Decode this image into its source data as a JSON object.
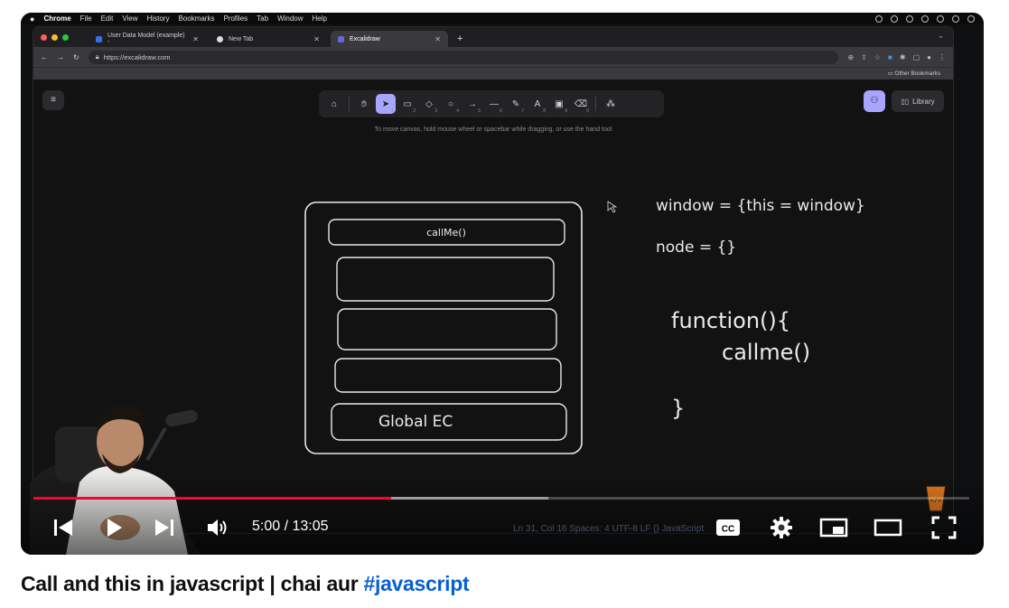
{
  "menubar": {
    "app": "Chrome",
    "items": [
      "File",
      "Edit",
      "View",
      "History",
      "Bookmarks",
      "Profiles",
      "Tab",
      "Window",
      "Help"
    ]
  },
  "browser": {
    "tabs": [
      {
        "label": "User Data Model (example) -",
        "active": false
      },
      {
        "label": "New Tab",
        "active": false
      },
      {
        "label": "Excalidraw",
        "active": true
      }
    ],
    "url": "https://excalidraw.com",
    "bookmarks_label": "Other Bookmarks"
  },
  "excalidraw": {
    "toolbar": [
      {
        "icon": "lock-icon",
        "key": ""
      },
      {
        "icon": "hand-icon",
        "key": ""
      },
      {
        "icon": "pointer-icon",
        "key": "1",
        "active": true
      },
      {
        "icon": "rectangle-icon",
        "key": "2"
      },
      {
        "icon": "diamond-icon",
        "key": "3"
      },
      {
        "icon": "ellipse-icon",
        "key": "4"
      },
      {
        "icon": "arrow-icon",
        "key": "5"
      },
      {
        "icon": "line-icon",
        "key": "6"
      },
      {
        "icon": "pencil-icon",
        "key": "7"
      },
      {
        "icon": "text-icon",
        "key": "8"
      },
      {
        "icon": "image-icon",
        "key": "9"
      },
      {
        "icon": "eraser-icon",
        "key": "0"
      },
      {
        "icon": "extra-tools-icon",
        "key": ""
      }
    ],
    "hint": "To move canvas, hold mouse wheel or spacebar while dragging, or use the hand tool",
    "library_label": "Library",
    "stack_top_label": "callMe()",
    "global_ec_label": "Global EC",
    "notes": {
      "line1": "window = {this = window}",
      "line2": "node = {}",
      "fn_line1": "function(){",
      "fn_line2": "callme()",
      "fn_close": "}"
    }
  },
  "player": {
    "current_time": "5:00",
    "duration": "13:05",
    "time_display": "5:00 / 13:05",
    "played_fraction": 0.382,
    "buffered_fraction": 0.55,
    "bg_status": "Ln 31, Col 16   Spaces: 4   UTF-8   LF   {} JavaScript"
  },
  "video_title": {
    "text": "Call and this in javascript | chai aur ",
    "hashtag": "#javascript"
  },
  "colors": {
    "excalidraw_accent": "#a8a5ff",
    "progress_played": "#ff0033",
    "hashtag_link": "#065fd4"
  }
}
